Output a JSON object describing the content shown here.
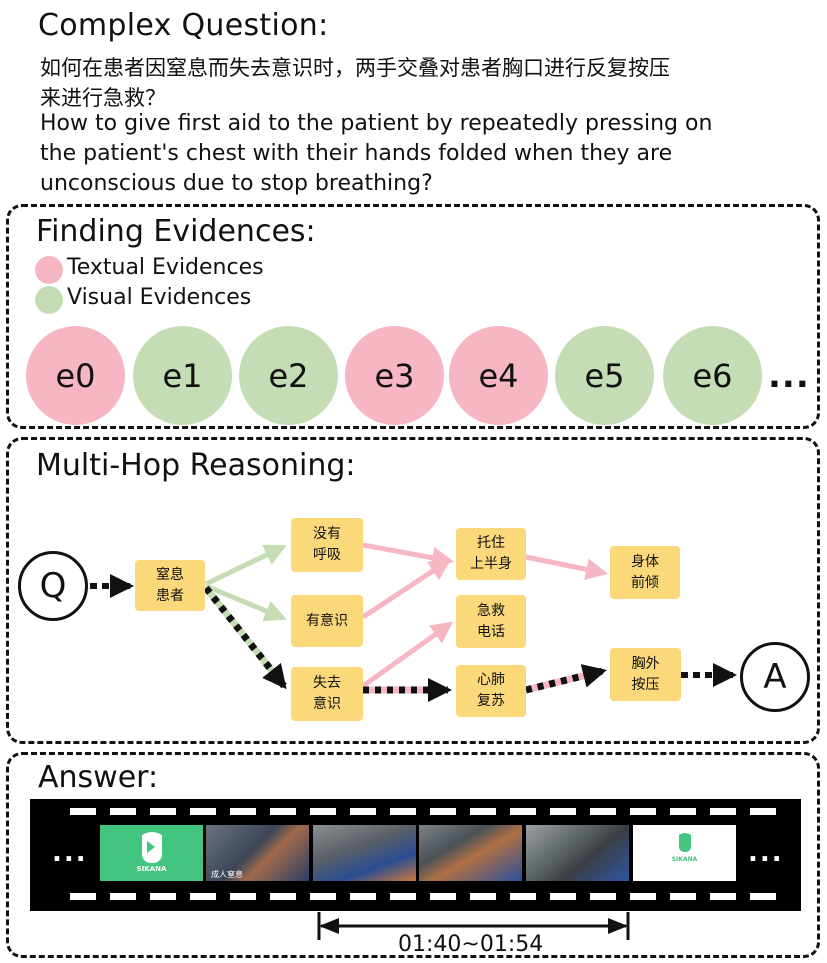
{
  "question": {
    "heading": "Complex Question:",
    "zh_line1": "如何在患者因窒息而失去意识时，两手交叠对患者胸口进行反复按压",
    "zh_line2": "来进行急救？",
    "en_line1": "How to give first aid to the patient by repeatedly pressing on",
    "en_line2": "the patient's chest with their hands folded when they are",
    "en_line3": "unconscious due to stop breathing?"
  },
  "evidence": {
    "heading": "Finding Evidences:",
    "legend": [
      {
        "label": "Textual Evidences",
        "color": "#f6b6c3"
      },
      {
        "label": "Visual Evidences",
        "color": "#c4ddb4"
      }
    ],
    "items": [
      {
        "label": "e0",
        "kind": "textual"
      },
      {
        "label": "e1",
        "kind": "visual"
      },
      {
        "label": "e2",
        "kind": "visual"
      },
      {
        "label": "e3",
        "kind": "textual"
      },
      {
        "label": "e4",
        "kind": "textual"
      },
      {
        "label": "e5",
        "kind": "visual"
      },
      {
        "label": "e6",
        "kind": "visual"
      }
    ],
    "ellipsis": "..."
  },
  "reasoning": {
    "heading": "Multi-Hop Reasoning:",
    "start": "Q",
    "end": "A",
    "nodes": {
      "suffocation": "窒息\n患者",
      "no_breathing": "没有\n呼吸",
      "conscious": "有意识",
      "unconscious": "失去\n意识",
      "support_upper": "托住\n上半身",
      "emergency_call": "急救\n电话",
      "cpr": "心肺\n复苏",
      "lean_forward": "身体\n前倾",
      "chest_compression": "胸外\n按压"
    },
    "colors": {
      "textual": "#f6b6c3",
      "visual": "#c4ddb4",
      "node": "#fbd87a"
    }
  },
  "answer": {
    "heading": "Answer:",
    "ellipsis_left": "...",
    "ellipsis_right": "...",
    "timespan": "01:40~01:54",
    "frames": [
      {
        "caption": "SIKANA"
      },
      {
        "caption": "成人窒息"
      },
      {
        "caption": ""
      },
      {
        "caption": ""
      },
      {
        "caption": ""
      },
      {
        "caption": "SIKANA"
      }
    ]
  }
}
